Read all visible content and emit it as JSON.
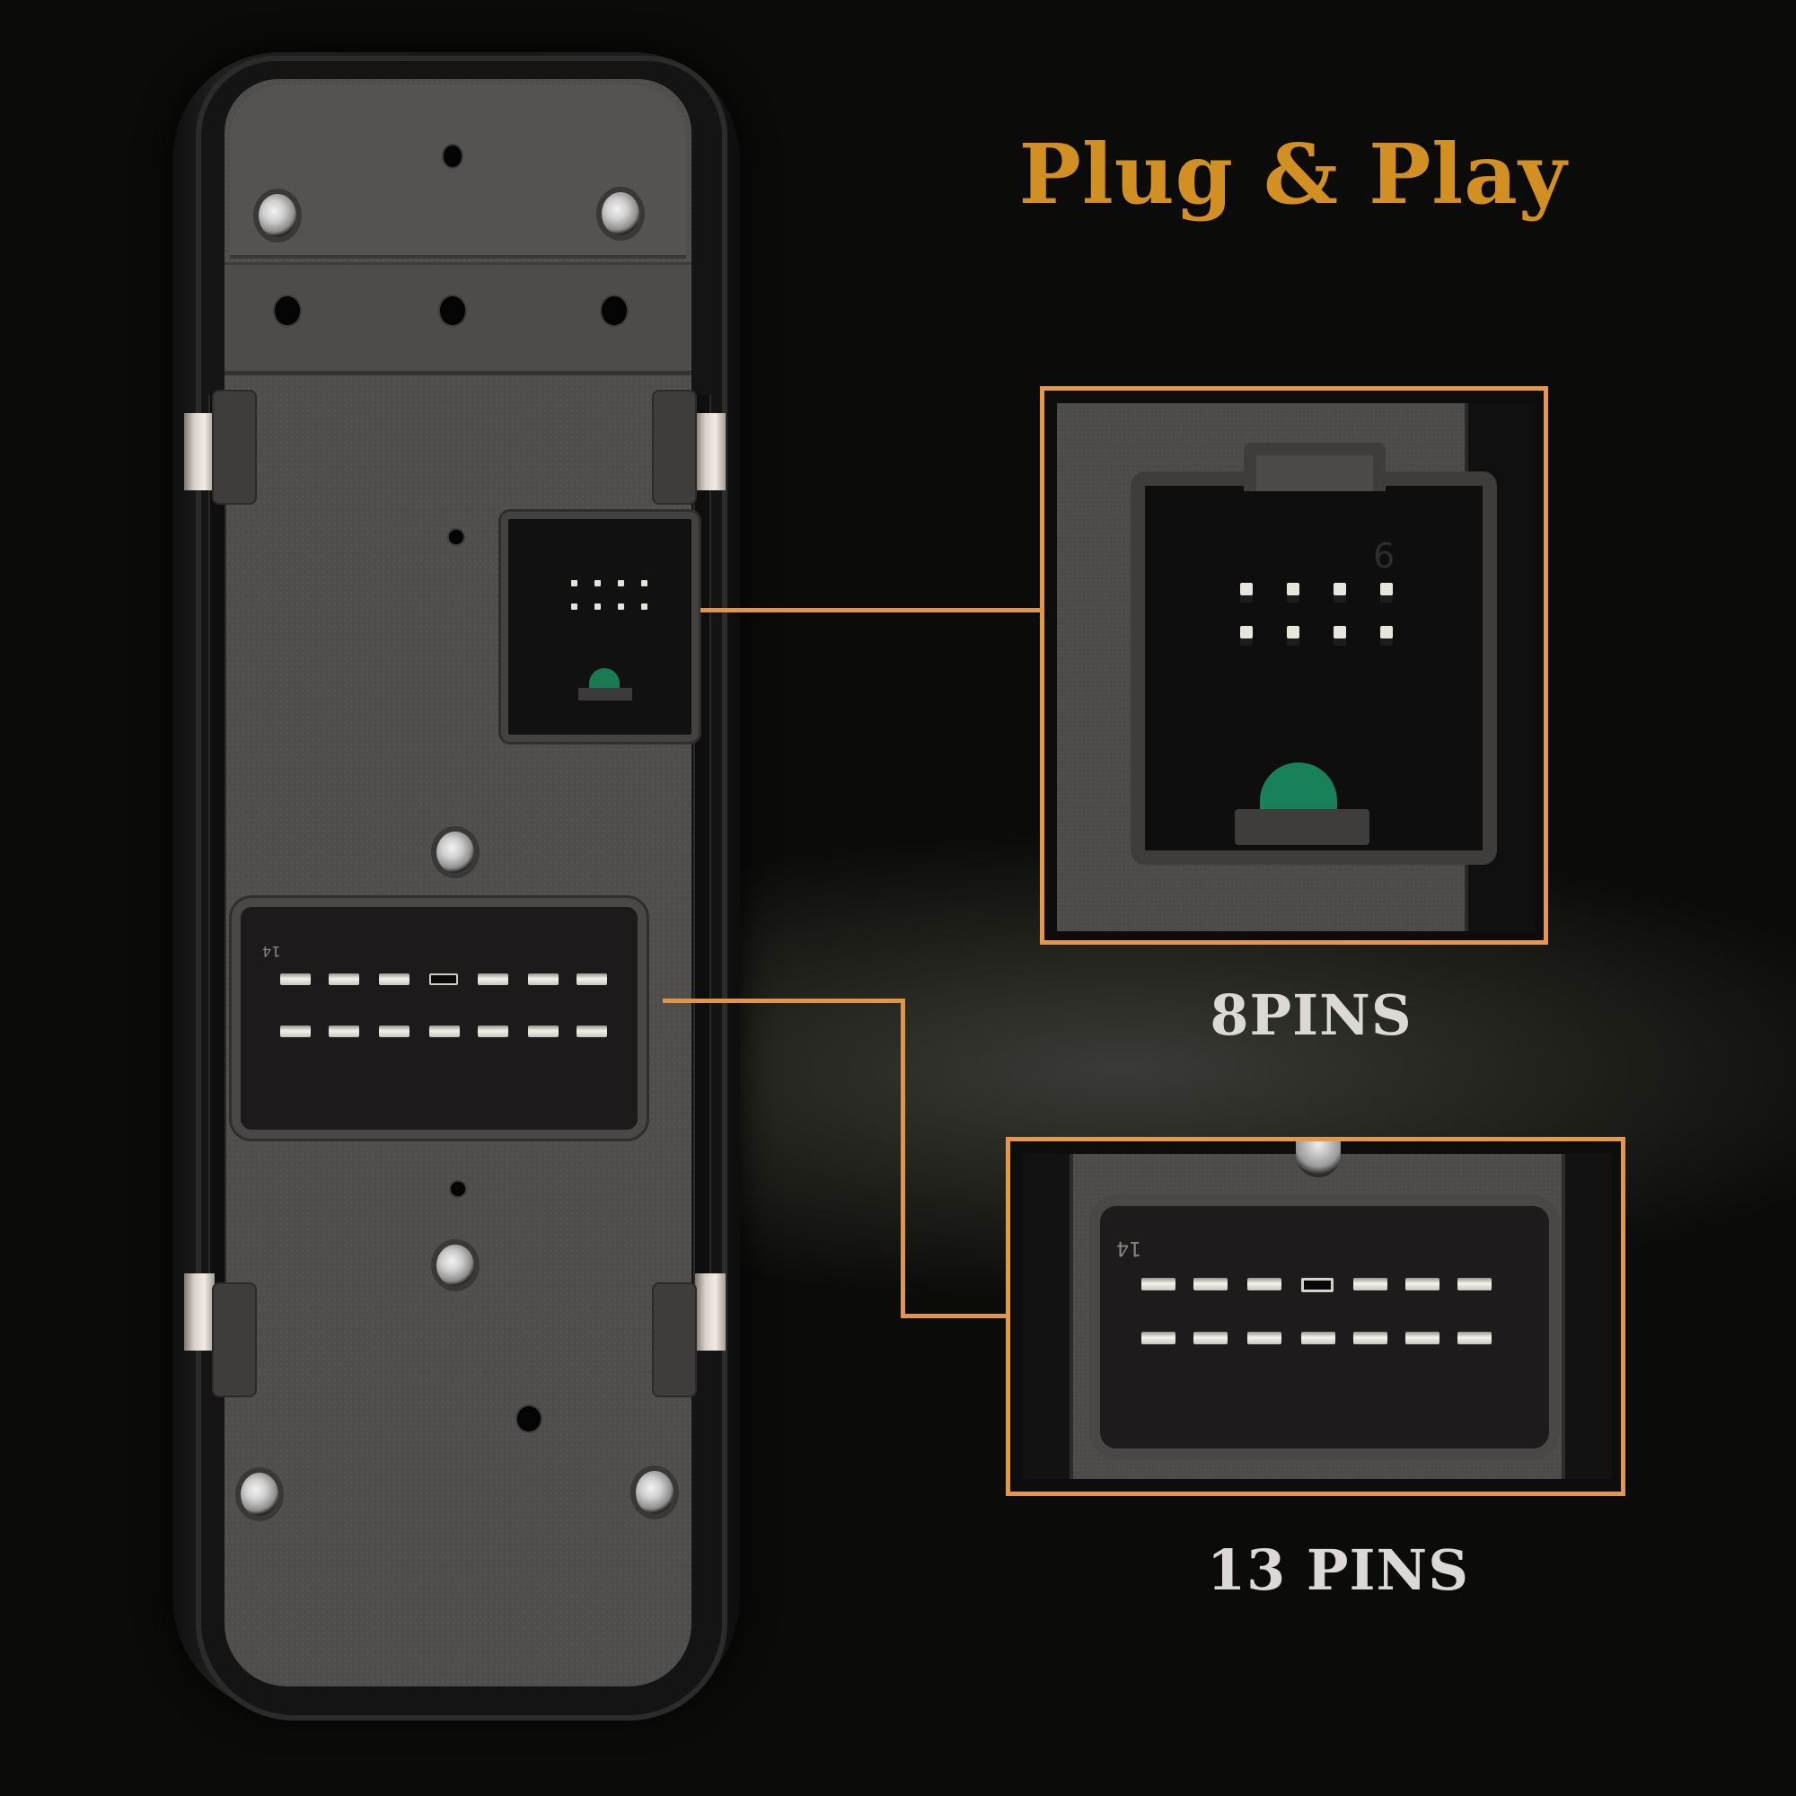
{
  "headline": "Plug & Play",
  "insets": [
    {
      "id": "connector-8",
      "label": "8PINS",
      "pin_rows": 2,
      "pins_per_row": 4,
      "pin_marking": "9"
    },
    {
      "id": "connector-13",
      "label": "13 PINS",
      "pin_rows": 2,
      "pins_per_row": 7,
      "pin_marking": "14",
      "empty_positions": [
        4
      ]
    }
  ],
  "colors": {
    "headline": "#d28f22",
    "frame_border": "#e4994a",
    "leader_line": "#e0964a",
    "pin_label": "#dcd8d6",
    "background": "#0b0b0a",
    "latch_green": "#1a7a52"
  },
  "product": {
    "description": "Power window master switch, rear view",
    "screws_visible": 6
  }
}
